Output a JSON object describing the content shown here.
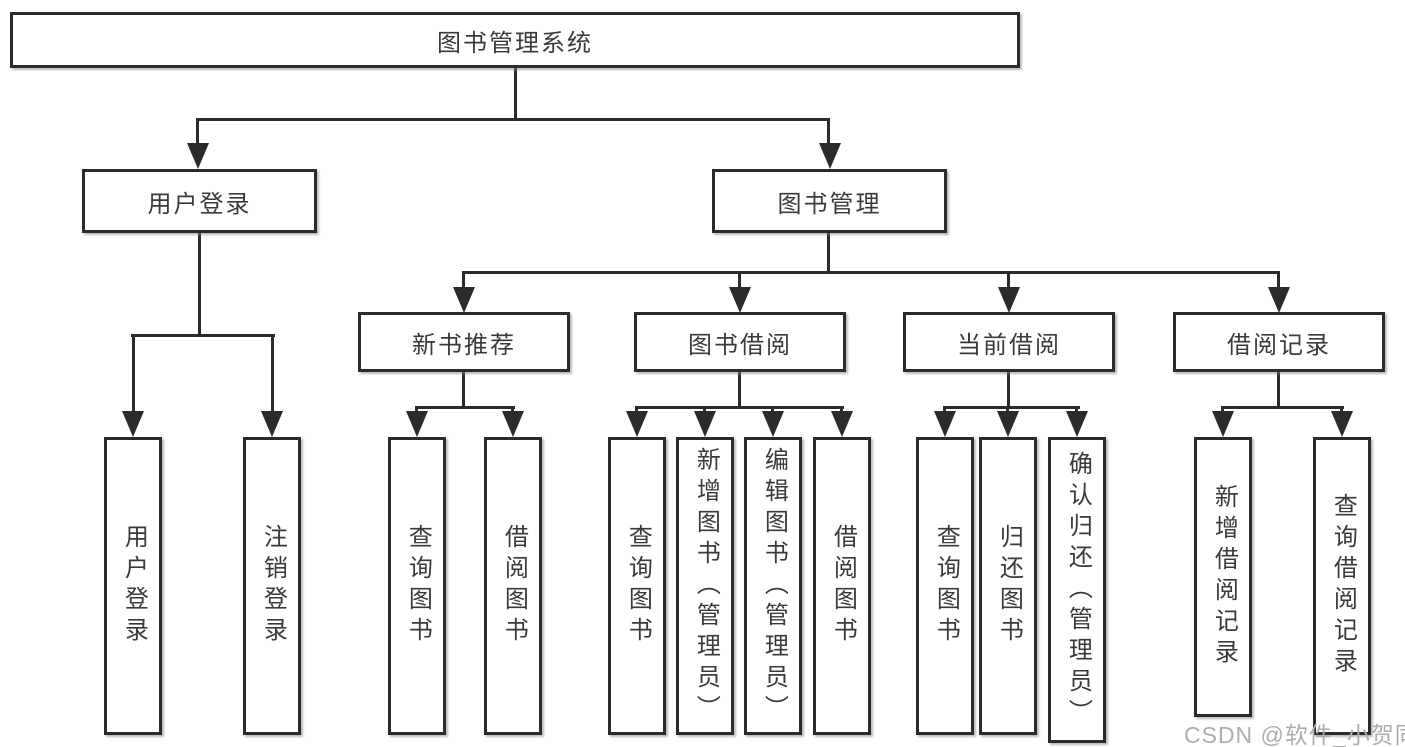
{
  "tree": {
    "root": "图书管理系统",
    "branches": [
      {
        "label": "用户登录",
        "children": [
          "用户登录",
          "注销登录"
        ]
      },
      {
        "label": "图书管理",
        "groups": [
          {
            "label": "新书推荐",
            "children": [
              "查询图书",
              "借阅图书"
            ]
          },
          {
            "label": "图书借阅",
            "children": [
              "查询图书",
              "新增图书（管理员）",
              "编辑图书（管理员）",
              "借阅图书"
            ]
          },
          {
            "label": "当前借阅",
            "children": [
              "查询图书",
              "归还图书",
              "确认归还（管理员）"
            ]
          },
          {
            "label": "借阅记录",
            "children": [
              "新增借阅记录",
              "查询借阅记录"
            ]
          }
        ]
      }
    ]
  },
  "watermark": {
    "text": "CSDN @软件_小贺同学"
  },
  "colors": {
    "line": "#2b2b2b",
    "text": "#3a3a3a",
    "watermark": "#b3abab",
    "background": "#ffffff"
  }
}
